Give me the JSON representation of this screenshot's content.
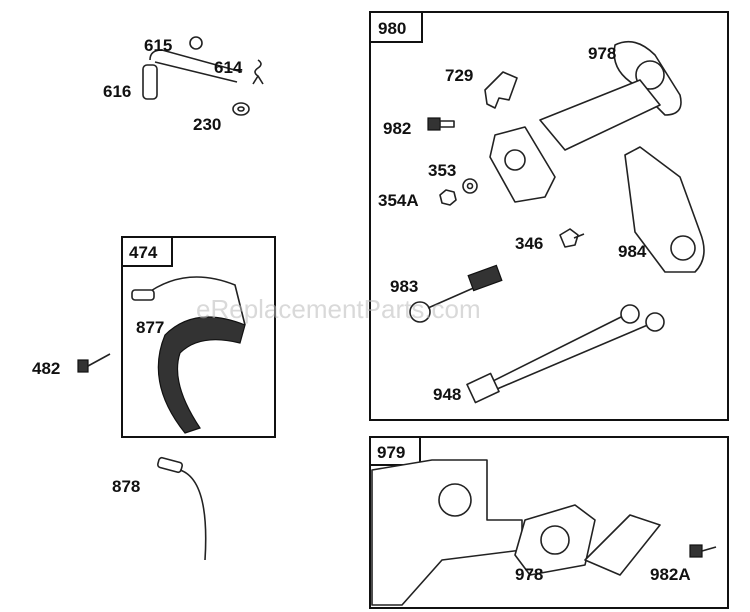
{
  "watermark": "eReplacementParts.com",
  "groups": {
    "g980": {
      "label": "980"
    },
    "g474": {
      "label": "474"
    },
    "g979": {
      "label": "979"
    }
  },
  "parts": {
    "p615": "615",
    "p614": "614",
    "p616": "616",
    "p230": "230",
    "p729": "729",
    "p978a": "978",
    "p982": "982",
    "p353": "353",
    "p354a": "354A",
    "p346": "346",
    "p984": "984",
    "p983": "983",
    "p948": "948",
    "p877": "877",
    "p482": "482",
    "p878": "878",
    "p978b": "978",
    "p982a": "982A"
  }
}
